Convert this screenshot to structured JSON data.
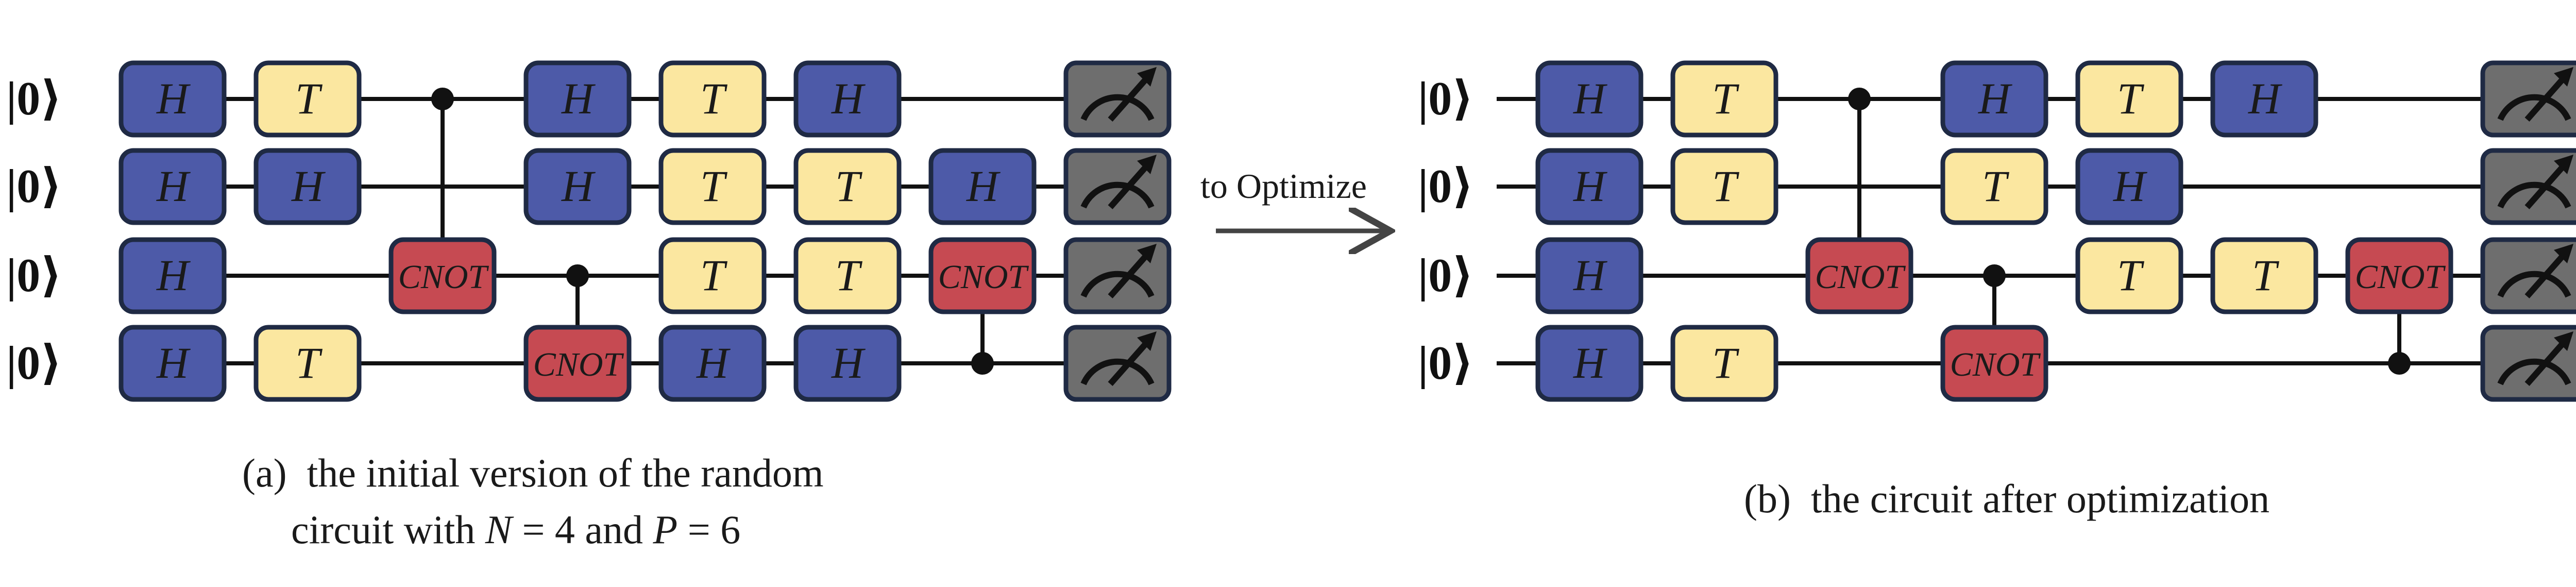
{
  "ket_label": "|0⟩",
  "gate_labels": {
    "H": "H",
    "T": "T",
    "CNOT": "CNOT"
  },
  "colors": {
    "H": "#4d5aa8",
    "T": "#fbe7a0",
    "CNOT": "#c64a52",
    "measure": "#6e6e6e",
    "border": "#1f2a44",
    "wire": "#111111"
  },
  "arrow_label": "to Optimize",
  "circuits": [
    {
      "id": "a",
      "caption_prefix": "(a)",
      "caption_line1": "the initial version of the random",
      "caption_line2_pre": "circuit with ",
      "caption_var_n": "N",
      "caption_eq1": " = 4 and ",
      "caption_var_p": "P",
      "caption_eq2": " = 6",
      "qubits": 4,
      "columns": 8,
      "ops": [
        {
          "type": "gate",
          "gate": "H",
          "q": 0,
          "col": 0
        },
        {
          "type": "gate",
          "gate": "T",
          "q": 0,
          "col": 1
        },
        {
          "type": "cnot",
          "control": 0,
          "target": 2,
          "col": 2
        },
        {
          "type": "gate",
          "gate": "H",
          "q": 0,
          "col": 3
        },
        {
          "type": "gate",
          "gate": "T",
          "q": 0,
          "col": 4
        },
        {
          "type": "gate",
          "gate": "H",
          "q": 0,
          "col": 5
        },
        {
          "type": "gate",
          "gate": "H",
          "q": 1,
          "col": 0
        },
        {
          "type": "gate",
          "gate": "H",
          "q": 1,
          "col": 1
        },
        {
          "type": "gate",
          "gate": "H",
          "q": 1,
          "col": 3
        },
        {
          "type": "gate",
          "gate": "T",
          "q": 1,
          "col": 4
        },
        {
          "type": "gate",
          "gate": "T",
          "q": 1,
          "col": 5
        },
        {
          "type": "gate",
          "gate": "H",
          "q": 1,
          "col": 6
        },
        {
          "type": "gate",
          "gate": "H",
          "q": 2,
          "col": 0
        },
        {
          "type": "cnot",
          "control": 2,
          "target": 3,
          "col": 3
        },
        {
          "type": "gate",
          "gate": "T",
          "q": 2,
          "col": 4
        },
        {
          "type": "gate",
          "gate": "T",
          "q": 2,
          "col": 5
        },
        {
          "type": "cnot",
          "control": 3,
          "target": 2,
          "col": 6
        },
        {
          "type": "gate",
          "gate": "H",
          "q": 3,
          "col": 0
        },
        {
          "type": "gate",
          "gate": "T",
          "q": 3,
          "col": 1
        },
        {
          "type": "gate",
          "gate": "H",
          "q": 3,
          "col": 4
        },
        {
          "type": "gate",
          "gate": "H",
          "q": 3,
          "col": 5
        }
      ]
    },
    {
      "id": "b",
      "caption_prefix": "(b)",
      "caption_line1": "the circuit after optimization",
      "qubits": 4,
      "columns": 8,
      "ops": [
        {
          "type": "gate",
          "gate": "H",
          "q": 0,
          "col": 0
        },
        {
          "type": "gate",
          "gate": "T",
          "q": 0,
          "col": 1
        },
        {
          "type": "cnot",
          "control": 0,
          "target": 2,
          "col": 2
        },
        {
          "type": "gate",
          "gate": "H",
          "q": 0,
          "col": 3
        },
        {
          "type": "gate",
          "gate": "T",
          "q": 0,
          "col": 4
        },
        {
          "type": "gate",
          "gate": "H",
          "q": 0,
          "col": 5
        },
        {
          "type": "gate",
          "gate": "H",
          "q": 1,
          "col": 0
        },
        {
          "type": "gate",
          "gate": "T",
          "q": 1,
          "col": 1
        },
        {
          "type": "gate",
          "gate": "T",
          "q": 1,
          "col": 3
        },
        {
          "type": "gate",
          "gate": "H",
          "q": 1,
          "col": 4
        },
        {
          "type": "gate",
          "gate": "H",
          "q": 2,
          "col": 0
        },
        {
          "type": "cnot",
          "control": 2,
          "target": 3,
          "col": 3
        },
        {
          "type": "gate",
          "gate": "T",
          "q": 2,
          "col": 4
        },
        {
          "type": "gate",
          "gate": "T",
          "q": 2,
          "col": 5
        },
        {
          "type": "cnot",
          "control": 3,
          "target": 2,
          "col": 6
        },
        {
          "type": "gate",
          "gate": "H",
          "q": 3,
          "col": 0
        },
        {
          "type": "gate",
          "gate": "T",
          "q": 3,
          "col": 1
        }
      ]
    }
  ]
}
